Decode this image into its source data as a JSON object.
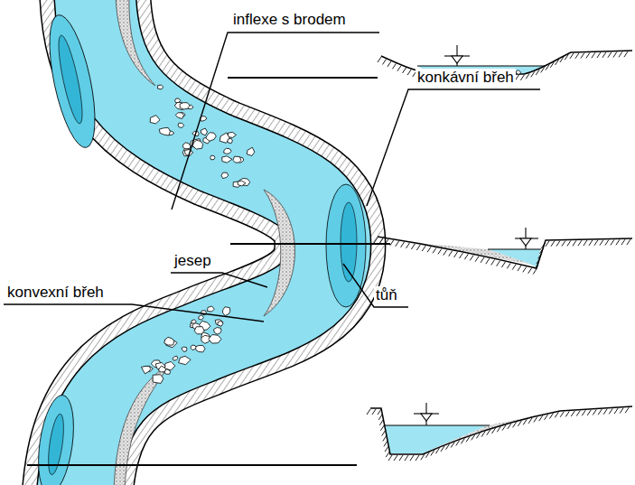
{
  "diagram": {
    "labels": [
      "inflexe s brodem",
      "konkávní břeh",
      "jesep",
      "konvexní břeh",
      "tůň"
    ]
  }
}
